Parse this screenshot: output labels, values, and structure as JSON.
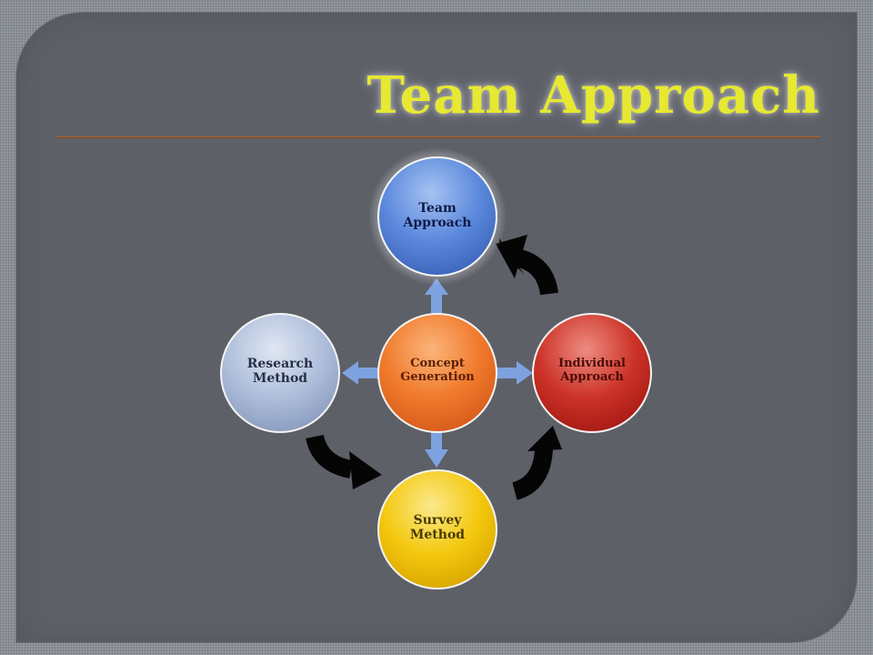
{
  "title": "Team Approach",
  "colors": {
    "title": "#e6e832",
    "panel": "#5e6068",
    "connector": "#7ea2e0",
    "cycle_arrow": "#050505"
  },
  "nodes": {
    "center": {
      "line1": "Concept",
      "line2": "Generation",
      "color": "#f07a2c",
      "text_color": "#5a1e06"
    },
    "top": {
      "line1": "Team",
      "line2": "Approach",
      "color": "#4a7ad4",
      "text_color": "#0e1c4a"
    },
    "right": {
      "line1": "Individual",
      "line2": "Approach",
      "color": "#c42a22",
      "text_color": "#4a0a08"
    },
    "bottom": {
      "line1": "Survey",
      "line2": "Method",
      "color": "#f2c40e",
      "text_color": "#4a3800"
    },
    "left": {
      "line1": "Research",
      "line2": "Method",
      "color": "#a7b8d6",
      "text_color": "#262f46"
    }
  }
}
